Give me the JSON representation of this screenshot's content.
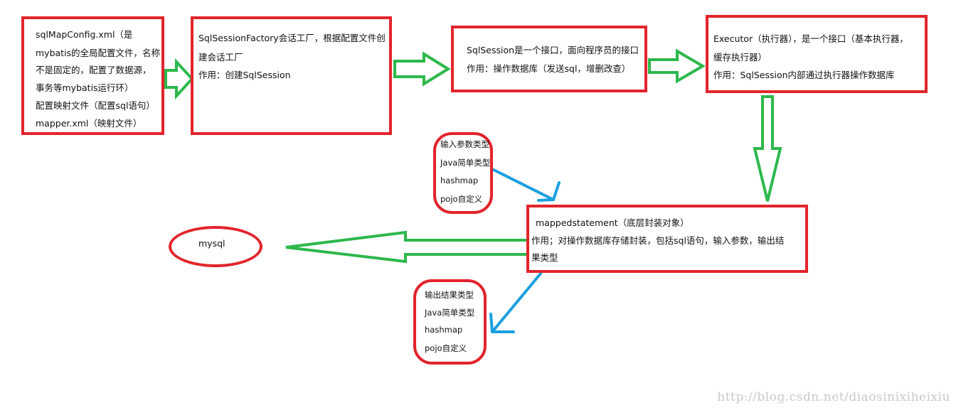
{
  "colors": {
    "box_border": "#e2242c",
    "flow_arrow": "#2db84b",
    "data_arrow": "#1aa0e0",
    "watermark": "#c9c9c9"
  },
  "nodes": {
    "config": {
      "lines": [
        "sqlMapConfig.xml（是",
        "mybatis的全局配置文件，名称",
        "不是固定的，配置了数据源，",
        "事务等mybatis运行环）",
        "配置映射文件（配置sql语句）",
        "mapper.xml（映射文件）"
      ]
    },
    "factory": {
      "lines": [
        "SqlSessionFactory会话工厂，根据配置文件创",
        "建会话工厂",
        "作用：创建SqlSession"
      ]
    },
    "session": {
      "lines": [
        "SqlSession是一个接口，面向程序员的接口",
        "作用：操作数据库（发送sql，增删改查）"
      ]
    },
    "executor": {
      "lines": [
        "Executor（执行器），是一个接口（基本执行器，",
        "缓存执行器）",
        "作用：SqlSession内部通过执行器操作数据库"
      ]
    },
    "mapped": {
      "lines": [
        "mappedstatement（底层封装对象）",
        "作用；对操作数据库存储封装，包括sql语句，输入参数，输出结",
        "果类型"
      ]
    },
    "input": {
      "lines": [
        "输入参数类型",
        "Java简单类型",
        "hashmap",
        "pojo自定义"
      ]
    },
    "output": {
      "lines": [
        "输出结果类型",
        "Java简单类型",
        "hashmap",
        "pojo自定义"
      ]
    },
    "mysql": {
      "label": "mysql"
    }
  },
  "watermark": "http://blog.csdn.net/diaosinixiheixiu"
}
